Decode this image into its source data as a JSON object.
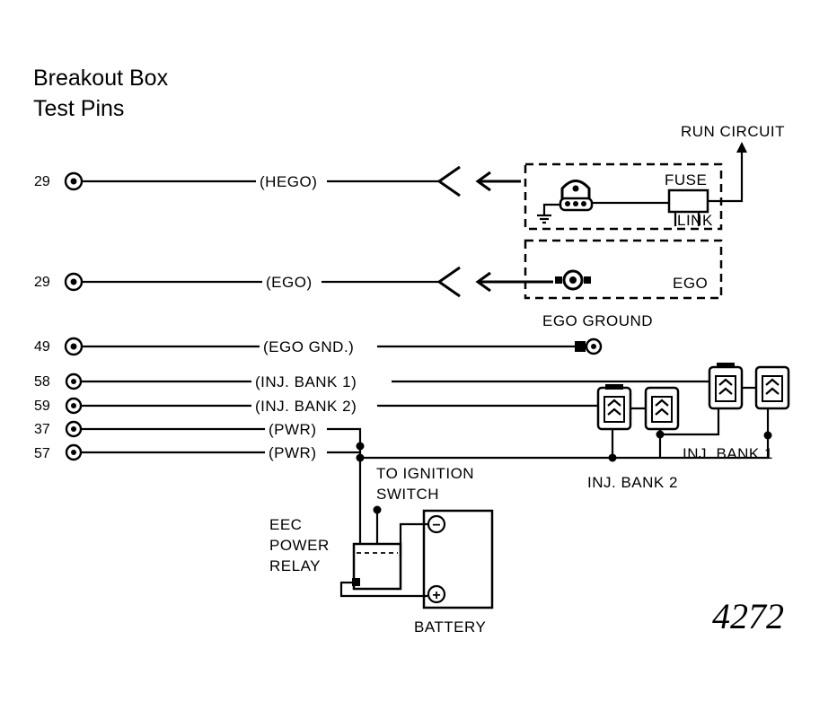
{
  "title": {
    "line1": "Breakout Box",
    "line2": "Test Pins"
  },
  "pins": [
    {
      "number": "29",
      "signal": "(HEGO)"
    },
    {
      "number": "29",
      "signal": "(EGO)"
    },
    {
      "number": "49",
      "signal": "(EGO GND.)"
    },
    {
      "number": "58",
      "signal": "(INJ. BANK 1)"
    },
    {
      "number": "59",
      "signal": "(INJ. BANK 2)"
    },
    {
      "number": "37",
      "signal": "(PWR)"
    },
    {
      "number": "57",
      "signal": "(PWR)"
    }
  ],
  "labels": {
    "run_circuit": "RUN CIRCUIT",
    "fuse": "FUSE",
    "link": "LINK",
    "ego": "EGO",
    "ego_ground": "EGO GROUND",
    "to_ignition_1": "TO IGNITION",
    "to_ignition_2": "SWITCH",
    "eec_1": "EEC",
    "eec_2": "POWER",
    "eec_3": "RELAY",
    "battery": "BATTERY",
    "inj_bank_1": "INJ. BANK 1",
    "inj_bank_2": "INJ. BANK 2",
    "battery_neg": "−",
    "battery_pos": "+"
  },
  "figure_number": "4272"
}
